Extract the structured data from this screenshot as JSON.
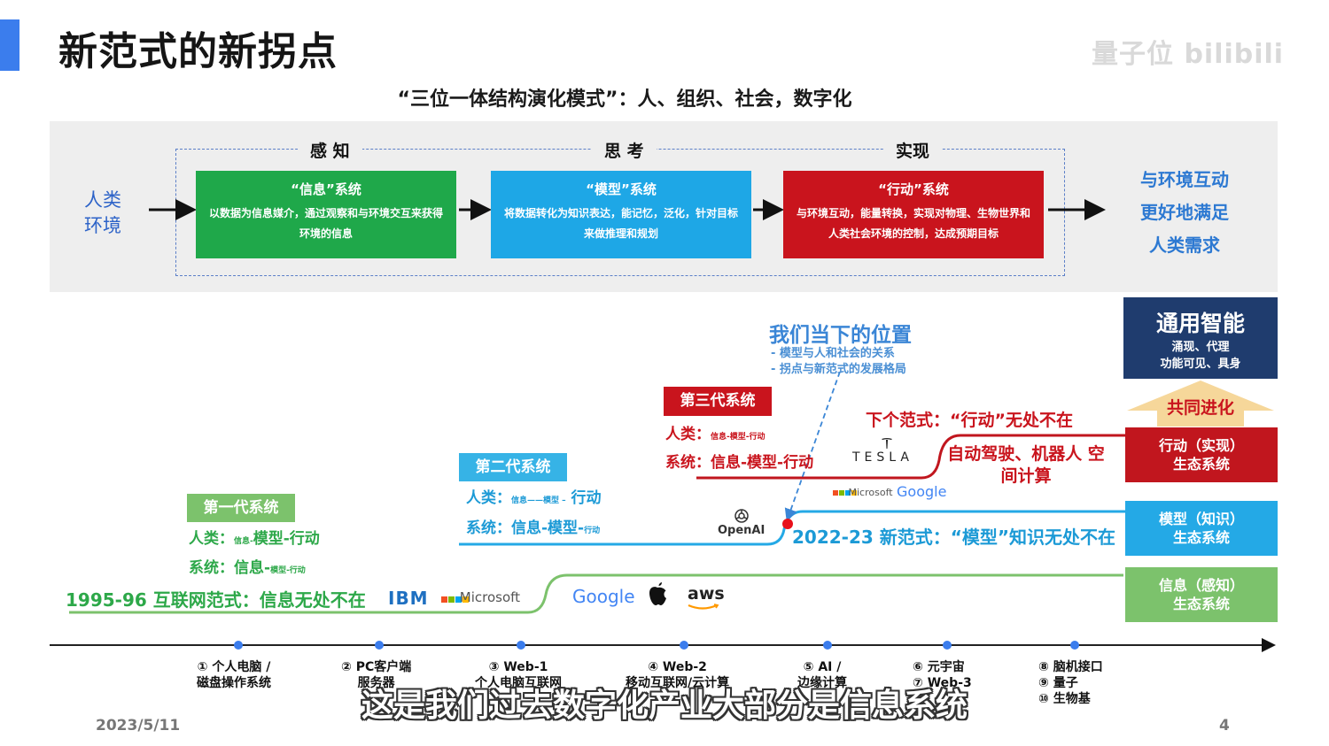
{
  "header": {
    "title": "新范式的新拐点",
    "watermark": "量子位 bilibili",
    "subtitle": "“三位一体结构演化模式”：人、组织、社会，数字化"
  },
  "flow": {
    "stages": [
      "感 知",
      "思 考",
      "实现"
    ],
    "input_line1": "人类",
    "input_line2": "环境",
    "boxes": [
      {
        "title": "“信息”系统",
        "desc": "以数据为信息媒介，通过观察和与环境交互来获得环境的信息"
      },
      {
        "title": "“模型”系统",
        "desc": "将数据转化为知识表达，能记忆，泛化，针对目标来做推理和规划"
      },
      {
        "title": "“行动”系统",
        "desc": "与环境互动，能量转换，实现对物理、生物世界和人类社会环境的控制，达成预期目标"
      }
    ],
    "outcome": [
      "与环境互动",
      "更好地满足",
      "人类需求"
    ]
  },
  "generations": {
    "gen1": {
      "badge": "第一代系统",
      "human_prefix": "人类：",
      "human_small": "信息-",
      "human_main": "模型-行动",
      "system_prefix": "系统：",
      "system_main": "信息-",
      "system_small": "模型-行动"
    },
    "gen2": {
      "badge": "第二代系统",
      "human_prefix": "人类：",
      "human_small": "信息——模型 –",
      "human_main": " 行动",
      "system_prefix": "系统：",
      "system_main": "信息-模型-",
      "system_small": "行动"
    },
    "gen3": {
      "badge": "第三代系统",
      "human_prefix": "人类：",
      "human_small": "信息-模型-行动",
      "system_prefix": "系统：",
      "system_main": "信息-模型-行动"
    }
  },
  "paradigms": {
    "p1": "1995-96 互联网范式：信息无处不在",
    "p2": "2022-23 新范式：“模型”知识无处不在",
    "p3": "下个范式：“行动”无处不在",
    "autonomy": "自动驾驶、机器人 空间计算"
  },
  "position": {
    "title": "我们当下的位置",
    "notes": [
      "- 模型与人和社会的关系",
      "- 拐点与新范式的发展格局"
    ]
  },
  "logos": {
    "ibm": "IBM",
    "microsoft": "Microsoft",
    "google": "Google",
    "apple": "",
    "aws": "aws",
    "openai": "OpenAI",
    "tesla": "TESLA",
    "microsoft2": "Microsoft",
    "google2": "Google"
  },
  "right_column": {
    "agi_title": "通用智能",
    "agi_sub1": "涌现、代理",
    "agi_sub2": "功能可见、具身",
    "coevolution": "共同进化",
    "eco_action": [
      "行动（实现）",
      "生态系统"
    ],
    "eco_model": [
      "模型（知识）",
      "生态系统"
    ],
    "eco_info": [
      "信息（感知）",
      "生态系统"
    ]
  },
  "timeline": [
    {
      "l1": "① 个人电脑 /",
      "l2": "磁盘操作系统"
    },
    {
      "l1": "② PC客户端",
      "l2": "服务器"
    },
    {
      "l1": "③ Web-1",
      "l2": "个人电脑互联网"
    },
    {
      "l1": "④ Web-2",
      "l2": "移动互联网/云计算"
    },
    {
      "l1": "⑤ AI /",
      "l2": "边缘计算"
    },
    {
      "l1": "⑥ 元宇宙",
      "l2": "⑦ Web-3"
    },
    {
      "l1": "⑧ 脑机接口",
      "l2": "⑨ 量子",
      "l3": "⑩ 生物基"
    }
  ],
  "footer": {
    "date": "2023/5/11",
    "page": "4",
    "caption": "这是我们过去数字化产业大部分是信息系统"
  },
  "colors": {
    "green": "#2da849",
    "blue": "#1c9ad6",
    "red": "#c9141d",
    "navy": "#1f3c6e",
    "accent": "#3b7ded"
  }
}
